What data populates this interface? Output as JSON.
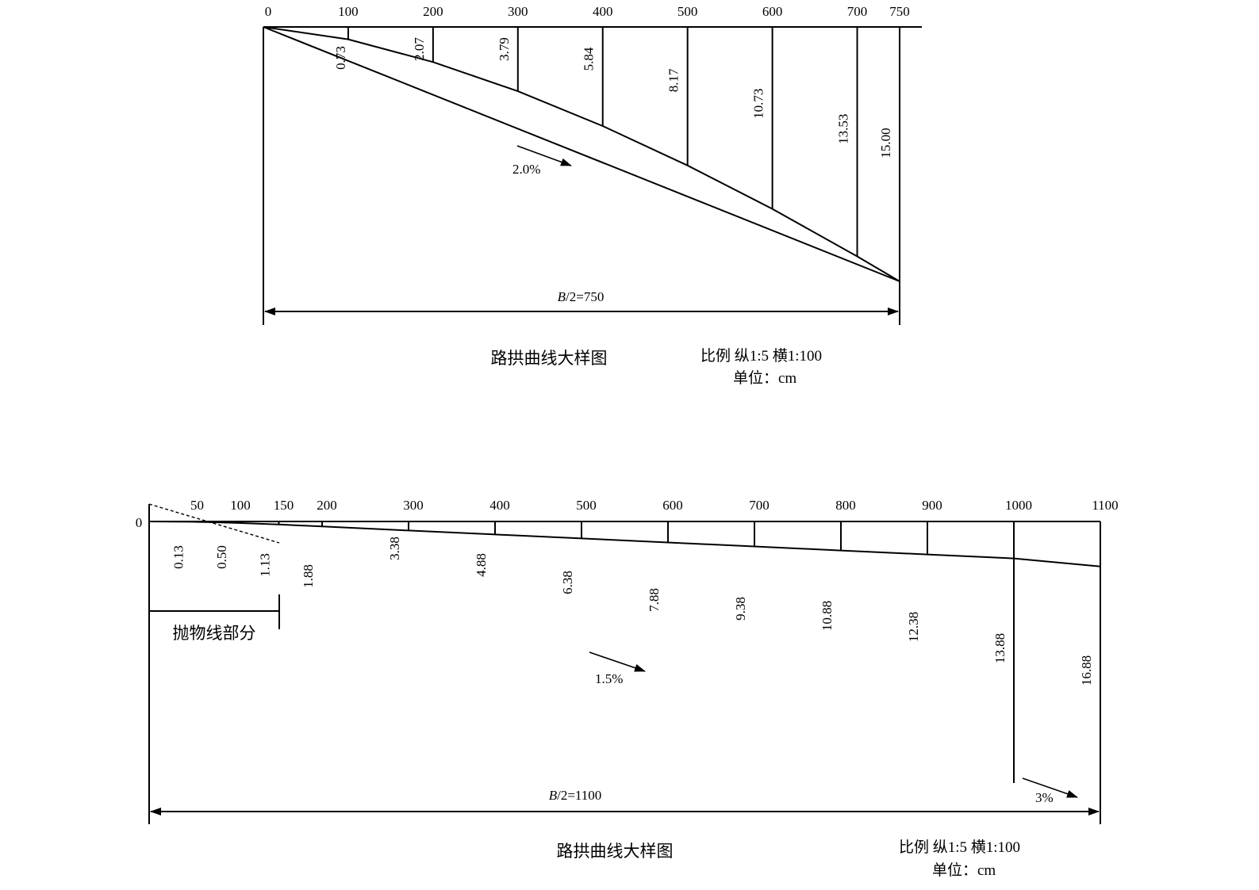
{
  "diagram1": {
    "title": "路拱曲线大样图",
    "scale": "比例 纵1:5 横1:100",
    "unit": "单位：cm",
    "dimension_italic": "B",
    "dimension_rest": "/2=750",
    "slope": "2.0%",
    "x_labels": [
      "0",
      "100",
      "200",
      "300",
      "400",
      "500",
      "600",
      "700",
      "750"
    ],
    "x_values": [
      0,
      100,
      200,
      300,
      400,
      500,
      600,
      700,
      750
    ],
    "depths": [
      0,
      0.73,
      2.07,
      3.79,
      5.84,
      8.17,
      10.73,
      13.53,
      15.0
    ],
    "depth_labels": [
      "0.73",
      "2.07",
      "3.79",
      "5.84",
      "8.17",
      "10.73",
      "13.53",
      "15.00"
    ]
  },
  "diagram2": {
    "title": "路拱曲线大样图",
    "scale": "比例 纵1:5 横1:100",
    "unit": "单位：cm",
    "dimension_italic": "B",
    "dimension_rest": "/2=1100",
    "slope_main": "1.5%",
    "slope_end": "3%",
    "parabola_label": "抛物线部分",
    "zero_label": "0",
    "x_labels": [
      "50",
      "100",
      "150",
      "200",
      "300",
      "400",
      "500",
      "600",
      "700",
      "800",
      "900",
      "1000",
      "1100"
    ],
    "x_values": [
      50,
      100,
      150,
      200,
      300,
      400,
      500,
      600,
      700,
      800,
      900,
      1000,
      1100
    ],
    "depths": [
      0.13,
      0.5,
      1.13,
      1.88,
      3.38,
      4.88,
      6.38,
      7.88,
      9.38,
      10.88,
      12.38,
      13.88,
      16.88
    ],
    "depth_labels": [
      "0.13",
      "0.50",
      "1.13",
      "1.88",
      "3.38",
      "4.88",
      "6.38",
      "7.88",
      "9.38",
      "10.88",
      "12.38",
      "13.88",
      "16.88"
    ]
  }
}
